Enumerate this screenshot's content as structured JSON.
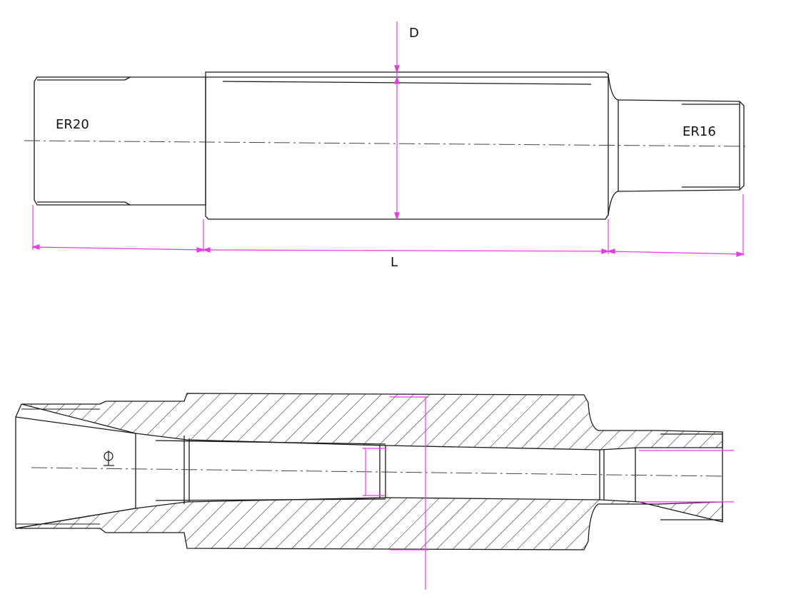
{
  "labels": {
    "diameter": "D",
    "length": "L",
    "left_end": "ER20",
    "right_end": "ER16"
  },
  "colors": {
    "outline": "#1a1a1a",
    "dimension": "#e43ce4",
    "hatch": "#333333",
    "background": "#ffffff"
  },
  "views": [
    "exterior-view",
    "section-view"
  ]
}
